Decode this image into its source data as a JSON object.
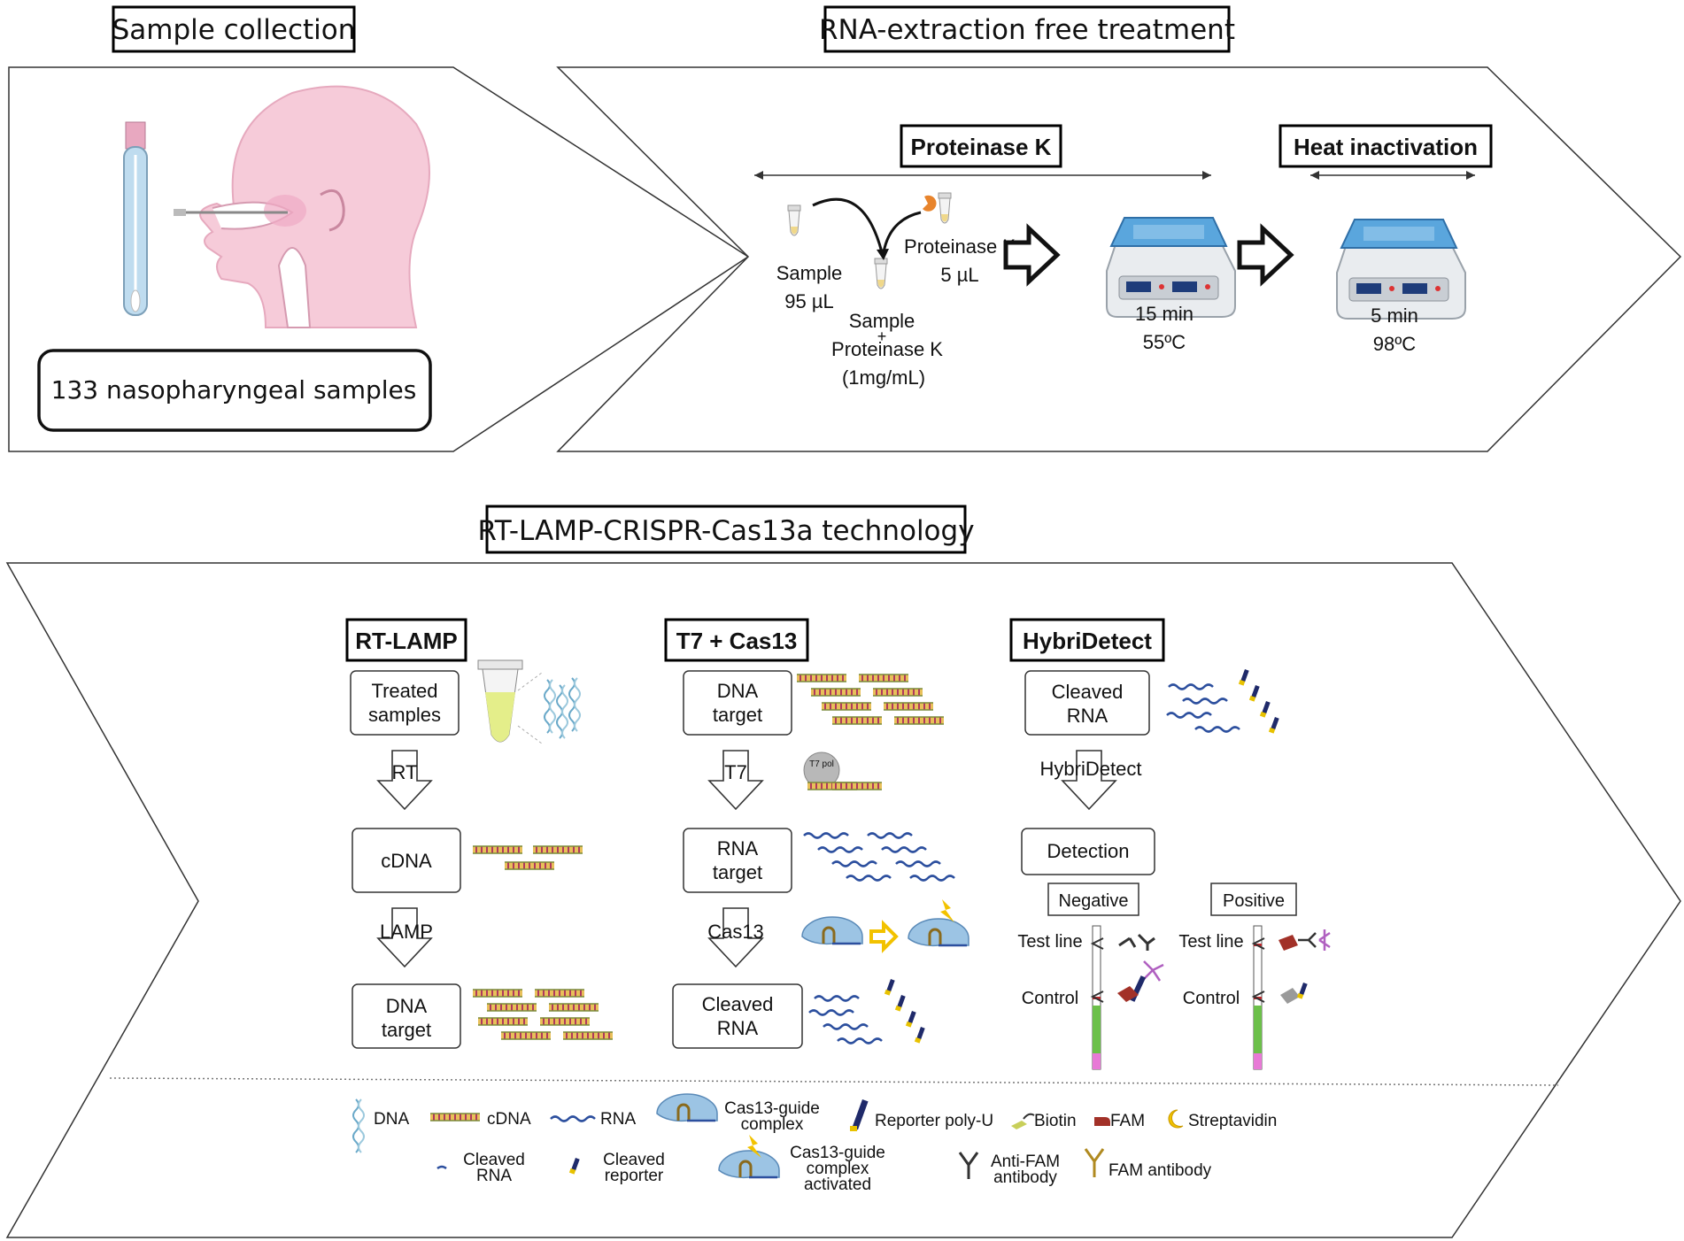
{
  "sample_collection": {
    "title": "Sample collection",
    "samples_label": "133 nasopharyngeal samples"
  },
  "rna_extraction": {
    "title": "RNA-extraction free treatment",
    "proteinase_header": "Proteinase K",
    "heat_header": "Heat inactivation",
    "sample_label": "Sample",
    "sample_volume": "95 µL",
    "pk_label": "Proteinase K",
    "pk_volume": "5 µL",
    "mix_line1": "Sample",
    "mix_plus": "+",
    "mix_line2": "Proteinase K",
    "mix_conc": "(1mg/mL)",
    "step1_time": "15 min",
    "step1_temp": "55ºC",
    "step2_time": "5 min",
    "step2_temp": "98ºC"
  },
  "technology": {
    "title": "RT-LAMP-CRISPR-Cas13a technology",
    "rtlamp": {
      "header": "RT-LAMP",
      "box1_l1": "Treated",
      "box1_l2": "samples",
      "arrow1": "RT",
      "box2": "cDNA",
      "arrow2": "LAMP",
      "box3_l1": "DNA",
      "box3_l2": "target"
    },
    "t7cas13": {
      "header": "T7 + Cas13",
      "box1_l1": "DNA",
      "box1_l2": "target",
      "arrow1": "T7",
      "t7pol": "T7 pol",
      "box2_l1": "RNA",
      "box2_l2": "target",
      "arrow2": "Cas13",
      "box3_l1": "Cleaved",
      "box3_l2": "RNA"
    },
    "hybridetect": {
      "header": "HybriDetect",
      "box1_l1": "Cleaved",
      "box1_l2": "RNA",
      "arrow1": "HybriDetect",
      "box2": "Detection",
      "negative": "Negative",
      "positive": "Positive",
      "test_line": "Test line",
      "control": "Control"
    }
  },
  "legend": {
    "dna": "DNA",
    "cdna": "cDNA",
    "rna": "RNA",
    "cas13_l1": "Cas13-guide",
    "cas13_l2": "complex",
    "reporter": "Reporter poly-U",
    "biotin": "Biotin",
    "fam": "FAM",
    "streptavidin": "Streptavidin",
    "cleaved_rna_l1": "Cleaved",
    "cleaved_rna_l2": "RNA",
    "cleaved_rep_l1": "Cleaved",
    "cleaved_rep_l2": "reporter",
    "cas13a_l1": "Cas13-guide",
    "cas13a_l2": "complex",
    "cas13a_l3": "activated",
    "antifam_l1": "Anti-FAM",
    "antifam_l2": "antibody",
    "famab": "FAM antibody"
  },
  "colors": {
    "head_pink": "#f6cbd9",
    "tube_blue": "#bfdcef",
    "incubator_blue": "#5aa6dd",
    "cdna_yellow": "#e8c05a",
    "rna_blue": "#2c4f9e",
    "cas13_blue": "#9cc4e4",
    "yellow_accent": "#f2c200",
    "strip_green": "#6cc04a",
    "strip_pink": "#e879d6",
    "strip_red": "#c0282c",
    "fam_red": "#a23128"
  }
}
